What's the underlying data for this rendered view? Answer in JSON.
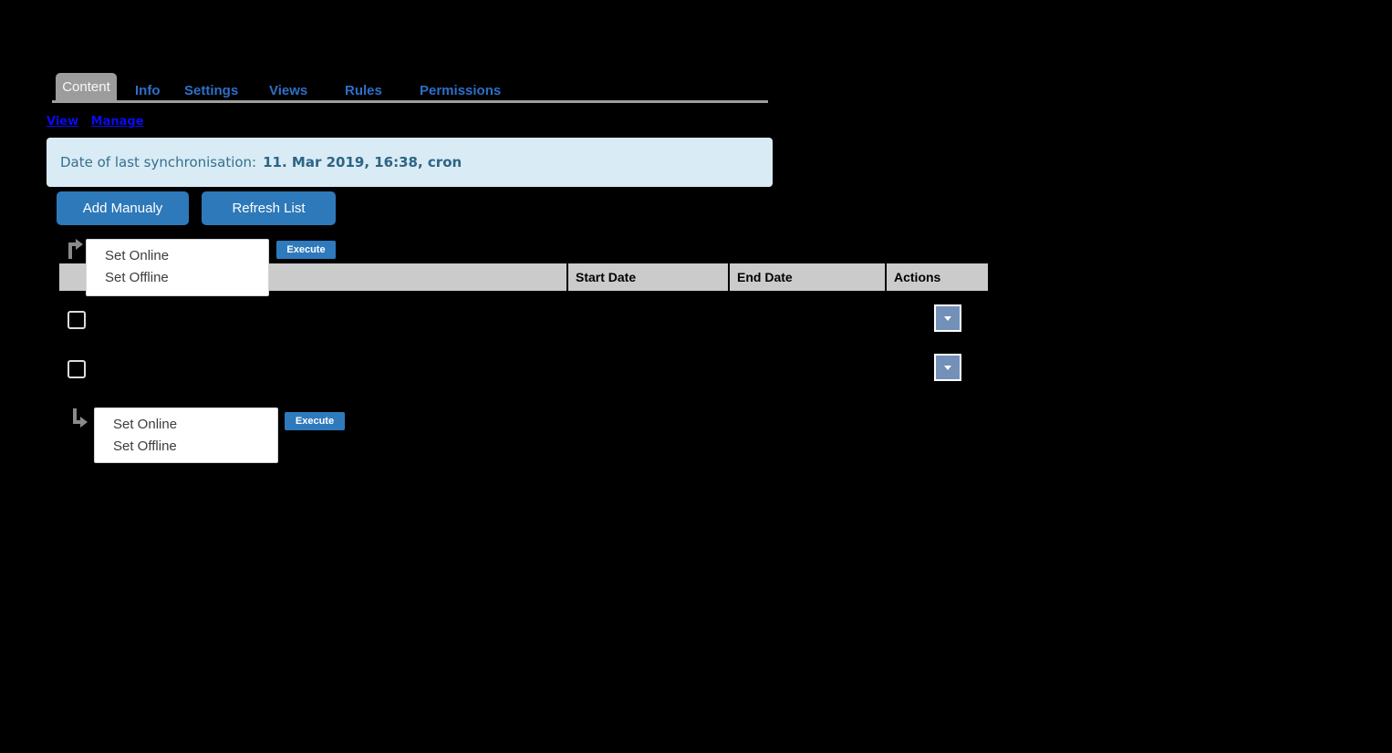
{
  "tabs": {
    "active": "Content",
    "items": [
      "Info",
      "Settings",
      "Views",
      "Rules",
      "Permissions"
    ]
  },
  "toolbar_links": {
    "view": "View",
    "manage": "Manage"
  },
  "sync_box": {
    "label": "Date of last synchronisation:",
    "value": "11. Mar 2019, 16:38, cron"
  },
  "actions": {
    "add_manualy": "Add Manualy",
    "refresh_list": "Refresh List",
    "execute": "Execute"
  },
  "bulk_menu_top": {
    "items": [
      "Set Online",
      "Set Offline"
    ]
  },
  "bulk_menu_bottom": {
    "items": [
      "Set Online",
      "Set Offline"
    ]
  },
  "table": {
    "headers": {
      "start_date": "Start Date",
      "end_date": "End Date",
      "actions": "Actions"
    },
    "row_count": 2
  },
  "icons": {
    "bulk_top": "arrow-turn-up-right-icon",
    "bulk_bottom": "arrow-turn-down-right-icon",
    "row_action": "caret-down-icon"
  },
  "colors": {
    "background": "#000000",
    "accent_blue": "#2e79ba",
    "execute_blue": "#2e7abd",
    "info_bg": "#d9ebf5",
    "info_text": "#35708e",
    "table_header_bg": "#cbcbcb",
    "row_action_btn": "#7390b8",
    "tab_active_bg": "#9c9c9c",
    "tab_link_blue": "#2e6fc7",
    "link_blue": "#0b0bef"
  }
}
